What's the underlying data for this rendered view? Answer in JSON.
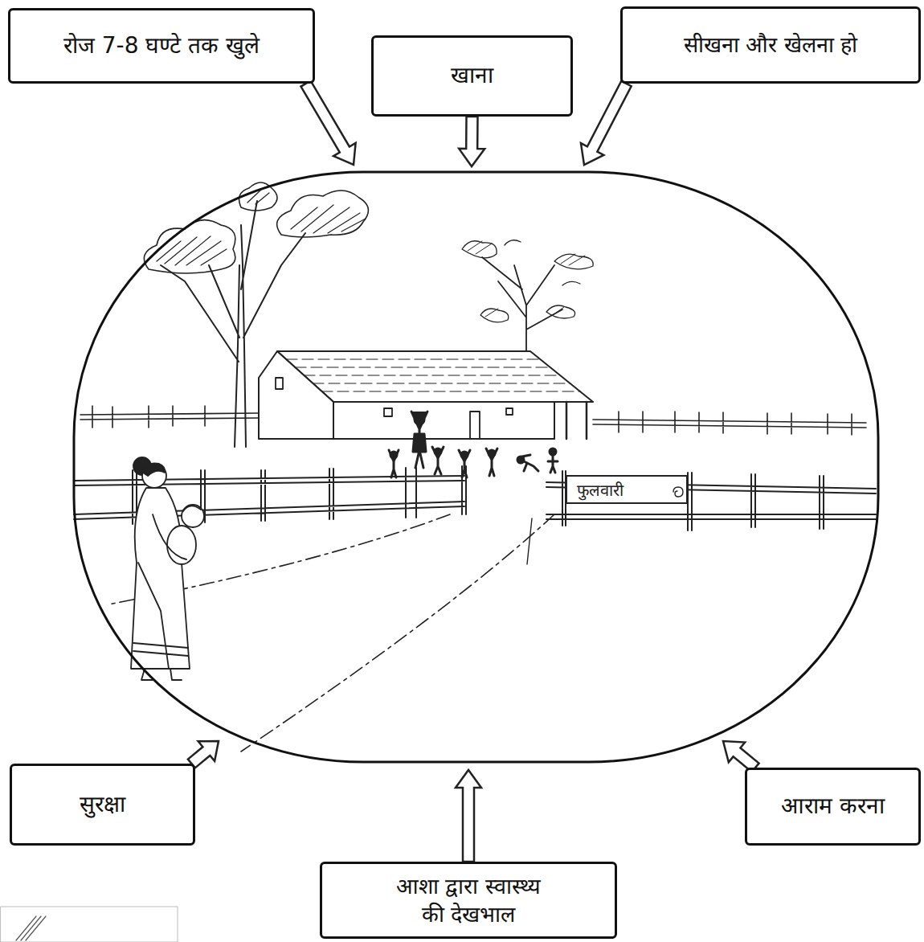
{
  "diagram": {
    "nodes": [
      {
        "text": [
          "रोज 7-8 घण्टे तक खुले"
        ]
      },
      {
        "text": [
          "खाना"
        ]
      },
      {
        "text": [
          "सीखना और खेलना हो"
        ]
      },
      {
        "text": [
          "फुलवारी"
        ]
      },
      {
        "text": [
          "सुरक्षा"
        ]
      },
      {
        "text": [
          "आशा द्वारा स्वास्थ्य की देखभाल"
        ]
      },
      {
        "text": [
          "आराम करना"
        ]
      }
    ],
    "edges": [
      {
        "from": 0,
        "to": 3,
        "arrow": "to"
      },
      {
        "from": 1,
        "to": 3,
        "arrow": "to"
      },
      {
        "from": 2,
        "to": 3,
        "arrow": "to"
      },
      {
        "from": 4,
        "to": 3,
        "arrow": "to"
      },
      {
        "from": 5,
        "to": 3,
        "arrow": "to"
      },
      {
        "from": 6,
        "to": 3,
        "arrow": "to"
      }
    ]
  }
}
